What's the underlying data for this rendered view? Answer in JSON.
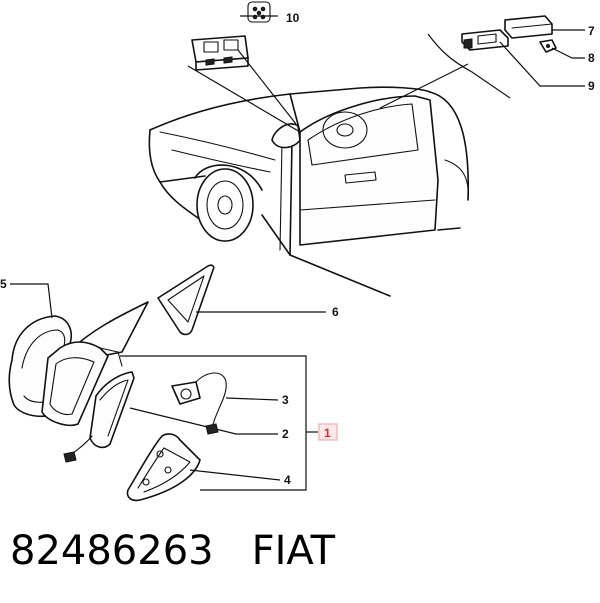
{
  "callouts": [
    {
      "id": "1",
      "label": "1",
      "highlight": true
    },
    {
      "id": "2",
      "label": "2"
    },
    {
      "id": "3",
      "label": "3"
    },
    {
      "id": "4",
      "label": "4"
    },
    {
      "id": "5",
      "label": "5"
    },
    {
      "id": "6",
      "label": "6"
    },
    {
      "id": "7",
      "label": "7"
    },
    {
      "id": "8",
      "label": "8"
    },
    {
      "id": "9",
      "label": "9"
    },
    {
      "id": "10",
      "label": "10"
    }
  ],
  "footer": {
    "part_number": "82486263",
    "brand": "FIAT"
  },
  "colors": {
    "line": "#111111",
    "highlight_label": "#cc3333",
    "highlight_box": "#f2b8b8"
  }
}
